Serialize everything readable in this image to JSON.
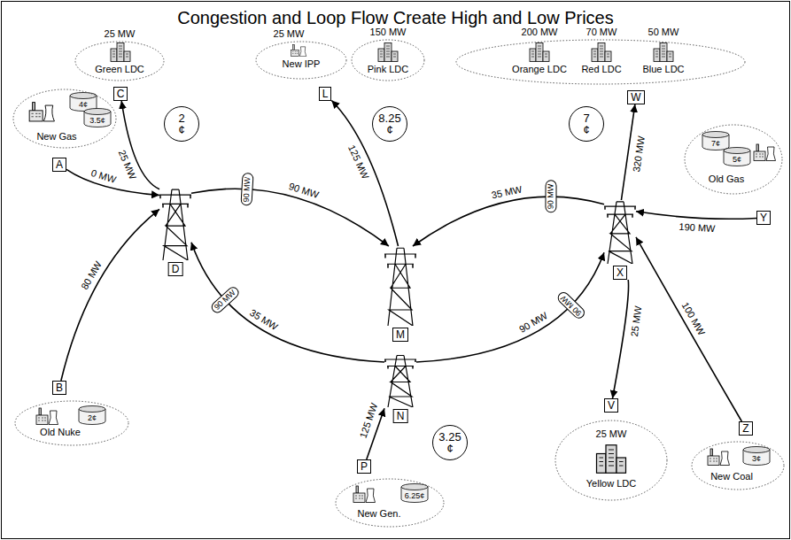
{
  "diagram": {
    "title": "Congestion and Loop Flow Create High and Low Prices",
    "nodes": [
      {
        "text": [
          "25 MW",
          "Green LDC"
        ]
      },
      {
        "text": [
          "25 MW",
          "New IPP"
        ]
      },
      {
        "text": [
          "150 MW",
          "Pink LDC"
        ]
      },
      {
        "text": [
          "200 MW",
          "70 MW",
          "50 MW",
          "Orange LDC",
          "Red LDC",
          "Blue LDC"
        ]
      },
      {
        "text": [
          "C"
        ]
      },
      {
        "text": [
          "L"
        ]
      },
      {
        "text": [
          "W"
        ]
      },
      {
        "text": [
          "4¢",
          "3.5¢",
          "New Gas"
        ]
      },
      {
        "text": [
          "2 ¢"
        ]
      },
      {
        "text": [
          "8.25 ¢"
        ]
      },
      {
        "text": [
          "7 ¢"
        ]
      },
      {
        "text": [
          "7¢",
          "5¢",
          "Old Gas"
        ]
      },
      {
        "text": [
          "A"
        ]
      },
      {
        "text": [
          "D"
        ]
      },
      {
        "text": [
          "M"
        ]
      },
      {
        "text": [
          "X"
        ]
      },
      {
        "text": [
          "Y"
        ]
      },
      {
        "text": [
          "N"
        ]
      },
      {
        "text": [
          "B"
        ]
      },
      {
        "text": [
          "V"
        ]
      },
      {
        "text": [
          "2¢",
          "Old Nuke"
        ]
      },
      {
        "text": [
          "Z"
        ]
      },
      {
        "text": [
          "3.25 ¢"
        ]
      },
      {
        "text": [
          "25 MW",
          "Yellow LDC"
        ]
      },
      {
        "text": [
          "3¢",
          "New Coal"
        ]
      },
      {
        "text": [
          "P"
        ]
      },
      {
        "text": [
          "6.25¢",
          "New Gen."
        ]
      }
    ],
    "edges": [
      {
        "from": 12,
        "to": 13,
        "label": "0 MW",
        "arrow": "to"
      },
      {
        "from": 13,
        "to": 4,
        "label": "25 MW",
        "arrow": "to"
      },
      {
        "from": 18,
        "to": 13,
        "label": "80 MW",
        "arrow": "to"
      },
      {
        "from": 13,
        "to": 14,
        "label": "90 MW",
        "arrow": "to"
      },
      {
        "from": 14,
        "to": 5,
        "label": "125 MW",
        "arrow": "to"
      },
      {
        "from": 15,
        "to": 14,
        "label": "35 MW",
        "arrow": "to"
      },
      {
        "from": 17,
        "to": 13,
        "label": "35 MW",
        "arrow": "to"
      },
      {
        "from": 17,
        "to": 15,
        "label": "90 MW",
        "arrow": "to"
      },
      {
        "from": 25,
        "to": 17,
        "label": "125 MW",
        "arrow": "to"
      },
      {
        "from": 15,
        "to": 6,
        "label": "320 MW",
        "arrow": "to"
      },
      {
        "from": 16,
        "to": 15,
        "label": "190 MW",
        "arrow": "to"
      },
      {
        "from": 21,
        "to": 15,
        "label": "100 MW",
        "arrow": "to"
      },
      {
        "from": 15,
        "to": 19,
        "label": "25 MW",
        "arrow": "to"
      }
    ],
    "labels": [
      "90 MW",
      "90 MW",
      "90 MW",
      "90 MW"
    ]
  }
}
